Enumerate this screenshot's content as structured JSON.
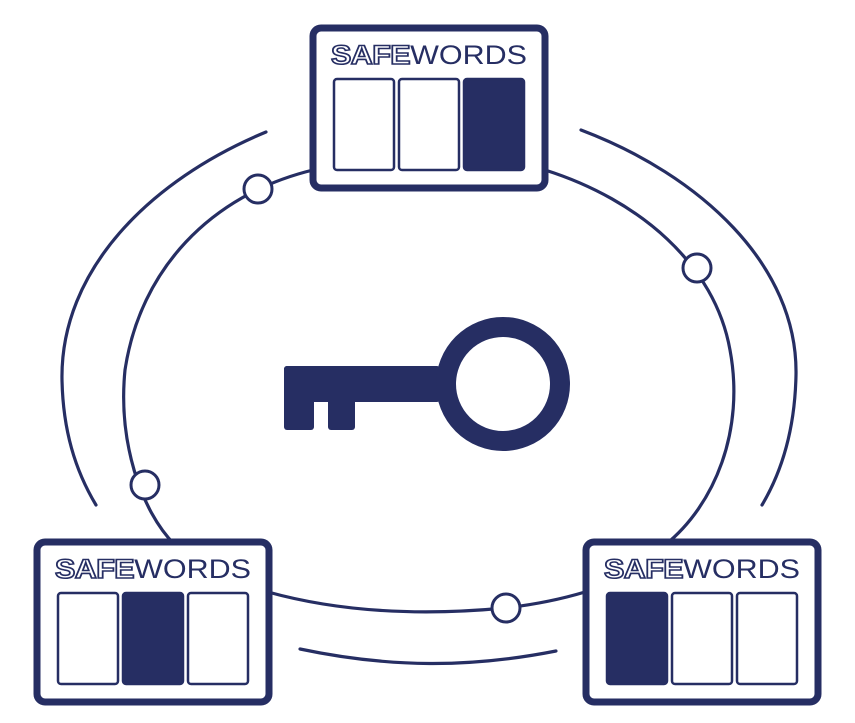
{
  "colors": {
    "primary": "#262e63",
    "background": "#ffffff"
  },
  "icons": {
    "center": "key-icon"
  },
  "cards": [
    {
      "name": "card-top",
      "brand_outline": "SAFE",
      "brand_solid": "WORDS",
      "active_slot": 3,
      "slot_count": 3
    },
    {
      "name": "card-bottom-left",
      "brand_outline": "SAFE",
      "brand_solid": "WORDS",
      "active_slot": 2,
      "slot_count": 3
    },
    {
      "name": "card-bottom-right",
      "brand_outline": "SAFE",
      "brand_solid": "WORDS",
      "active_slot": 1,
      "slot_count": 3
    }
  ]
}
